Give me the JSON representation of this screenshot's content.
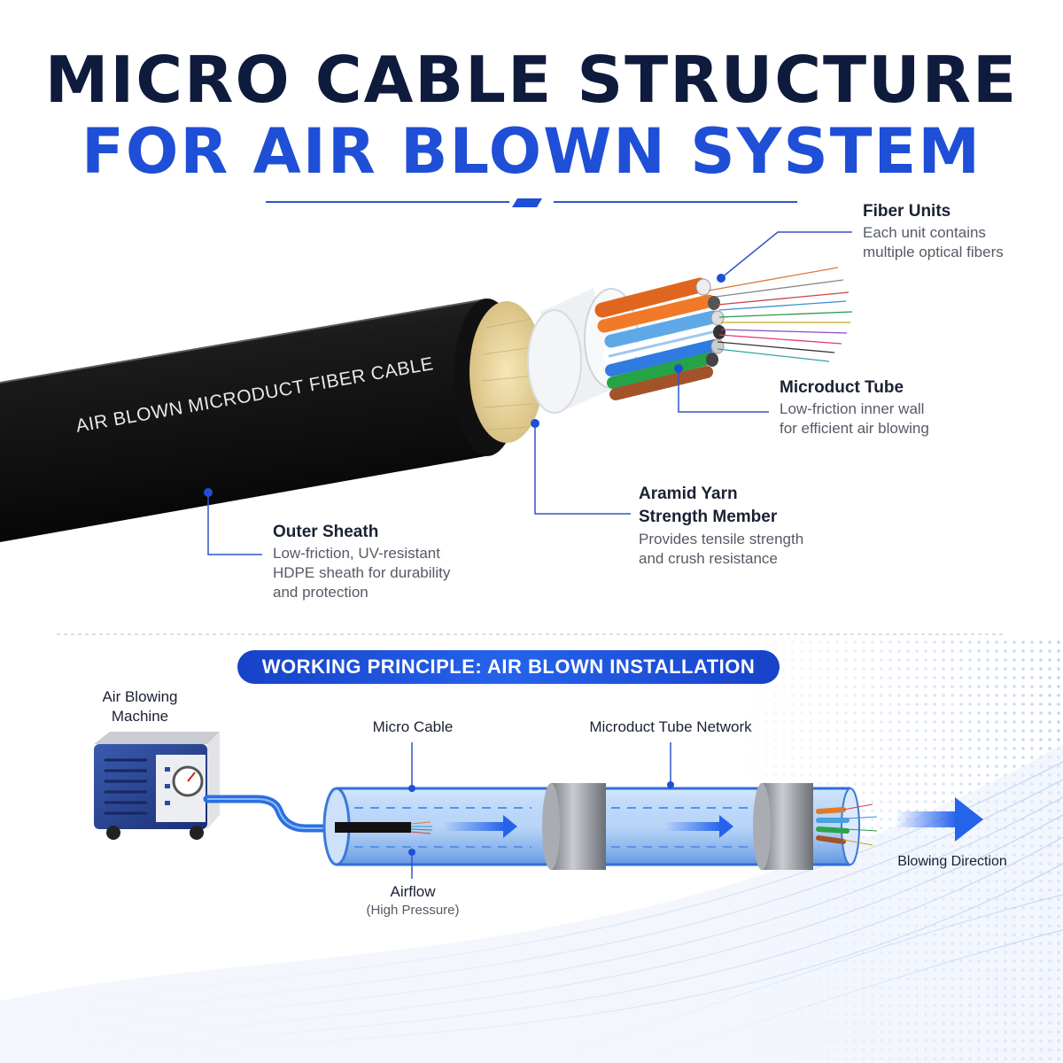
{
  "title": {
    "line1": "MICRO CABLE STRUCTURE",
    "line2": "FOR AIR BLOWN SYSTEM"
  },
  "cable": {
    "printed_text": "AIR BLOWN MICRODUCT FIBER CABLE"
  },
  "callouts": {
    "fiber_units": {
      "title": "Fiber Units",
      "desc": [
        "Each unit contains",
        "multiple optical fibers"
      ]
    },
    "microduct_tube": {
      "title": "Microduct Tube",
      "desc": [
        "Low-friction inner wall",
        "for efficient air blowing"
      ]
    },
    "aramid_yarn": {
      "title": [
        "Aramid Yarn",
        "Strength Member"
      ],
      "desc": [
        "Provides tensile strength",
        "and crush resistance"
      ]
    },
    "outer_sheath": {
      "title": "Outer Sheath",
      "desc": [
        "Low-friction, UV-resistant",
        "HDPE sheath for durability",
        "and protection"
      ]
    }
  },
  "principle": {
    "banner": "WORKING PRINCIPLE:  AIR BLOWN INSTALLATION",
    "machine": [
      "Air Blowing",
      "Machine"
    ],
    "micro_cable": "Micro Cable",
    "network": "Microduct Tube Network",
    "airflow": "Airflow",
    "airflow_sub": "(High Pressure)",
    "direction": "Blowing Direction"
  },
  "colors": {
    "title_dark": "#0f1b3d",
    "title_blue": "#1e4fd6",
    "accent_blue": "#2563eb",
    "leader_line": "#2f55c9"
  }
}
